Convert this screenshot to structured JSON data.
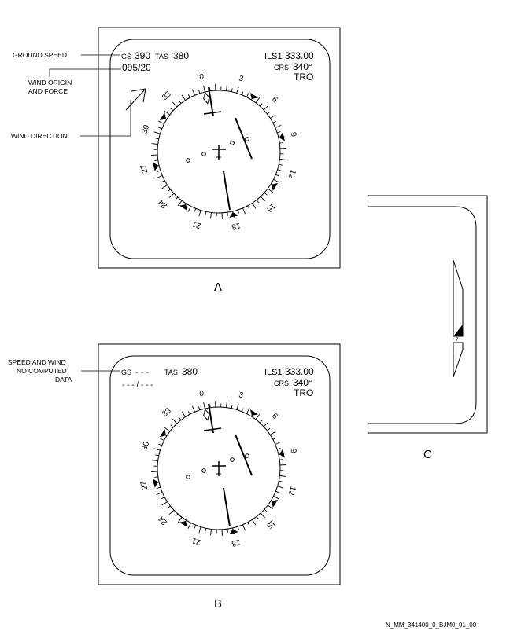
{
  "panel_a": {
    "gs_label": "GS",
    "gs_value": "390",
    "tas_label": "TAS",
    "tas_value": "380",
    "wind": "095/20",
    "ils": "ILS1",
    "freq": "333.00",
    "crs_label": "CRS",
    "crs_value": "340°",
    "ident": "TRO",
    "caption": "A"
  },
  "panel_b": {
    "gs_label": "GS",
    "gs_value": "- - -",
    "tas_label": "TAS",
    "tas_value": "380",
    "wind": "- - - / - - -",
    "ils": "ILS1",
    "freq": "333.00",
    "crs_label": "CRS",
    "crs_value": "340°",
    "ident": "TRO",
    "caption": "B"
  },
  "panel_c": {
    "caption": "C",
    "scale_digit": "7"
  },
  "callouts": {
    "ground_speed": "GROUND SPEED",
    "wind_origin_1": "WIND ORIGIN",
    "wind_origin_2": "AND FORCE",
    "wind_direction": "WIND DIRECTION",
    "speed_wind_1": "SPEED AND WIND",
    "speed_wind_2": "NO COMPUTED",
    "speed_wind_3": "DATA"
  },
  "compass_labels": [
    "0",
    "3",
    "6",
    "9",
    "12",
    "15",
    "18",
    "21",
    "24",
    "27",
    "30",
    "33"
  ],
  "figure_id": "N_MM_341400_0_BJM0_01_00"
}
